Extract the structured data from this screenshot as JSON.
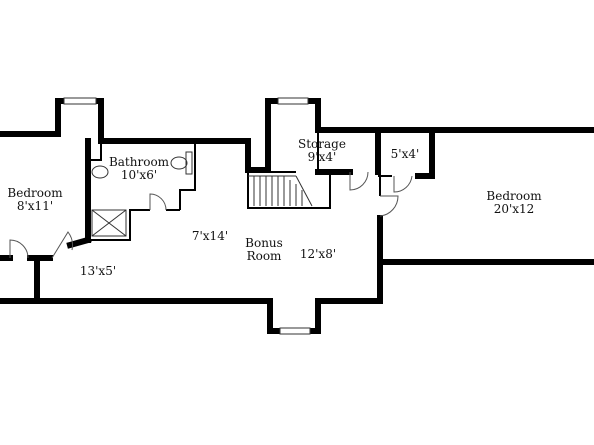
{
  "rooms": {
    "bedroom_left": {
      "name": "Bedroom",
      "dims": "8'x11'"
    },
    "bathroom": {
      "name": "Bathroom",
      "dims": "10'x6'"
    },
    "storage": {
      "name": "Storage",
      "dims": "9'x4'"
    },
    "closet": {
      "dims": "5'x4'"
    },
    "bedroom_right": {
      "name": "Bedroom",
      "dims": "20'x12"
    },
    "bonus_room": {
      "name": "Bonus",
      "name2": "Room",
      "dims": "12'x8'"
    },
    "hall_upper": {
      "dims": "7'x14'"
    },
    "hall_lower": {
      "dims": "13'x5'"
    }
  }
}
